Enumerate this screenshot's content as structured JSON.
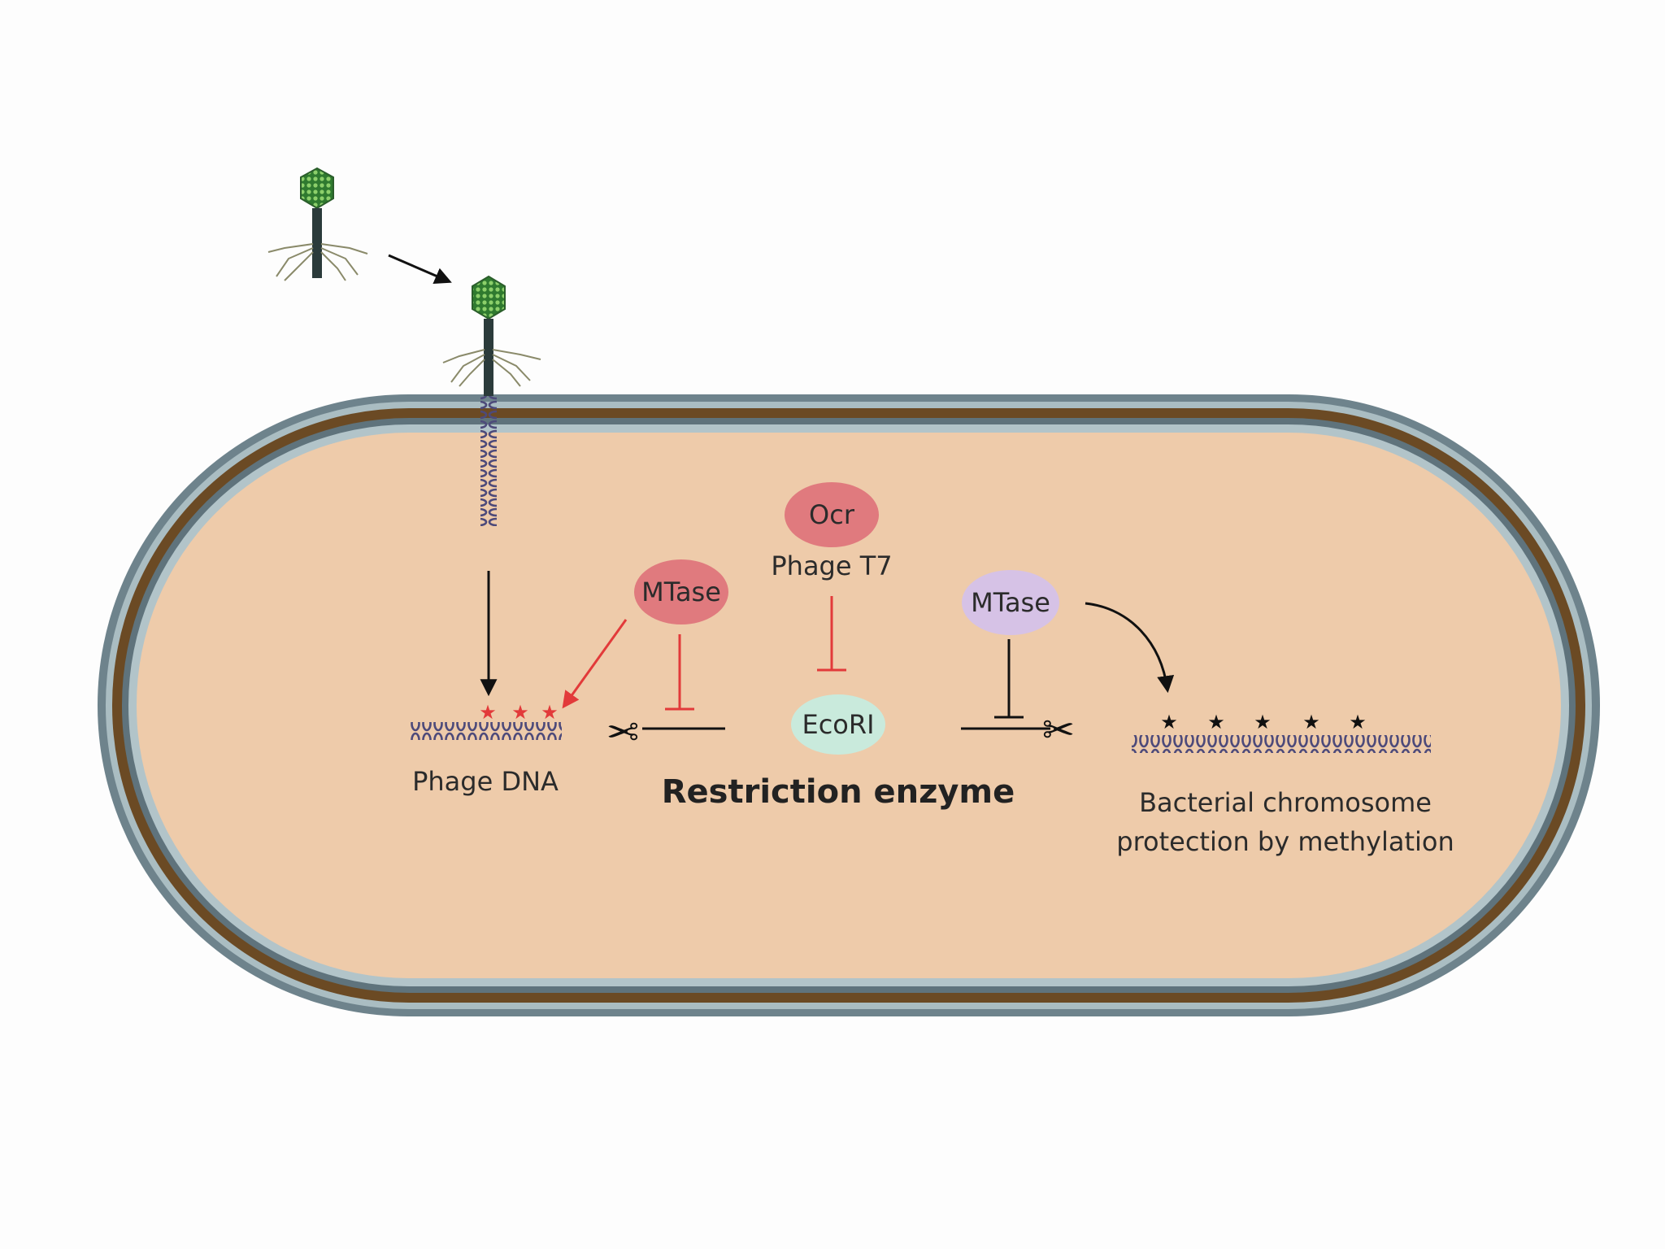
{
  "diagram": {
    "phage_dna_label": "Phage DNA",
    "restriction_enzyme_label": "Restriction enzyme",
    "chromosome_label_line1": "Bacterial chromosome",
    "chromosome_label_line2": "protection by methylation",
    "mtase_left": {
      "label": "MTase"
    },
    "ocr": {
      "label": "Ocr",
      "caption": "Phage T7"
    },
    "ecori": {
      "label": "EcoRI"
    },
    "mtase_right": {
      "label": "MTase"
    },
    "colors": {
      "cell_fill": "#eecbaa",
      "membrane_dark": "#5b6f78",
      "membrane_light": "#a9bcc2",
      "membrane_brown": "#6b4a24",
      "mtase_red": "#e07a7e",
      "ocr_red": "#e07a7e",
      "mtase_purple": "#d6c2e6",
      "ecori_green": "#c9eadc",
      "inhibition_red": "#e23a3a",
      "dna": "#4d4a7a",
      "phage_head": "#3c8a3c"
    }
  }
}
